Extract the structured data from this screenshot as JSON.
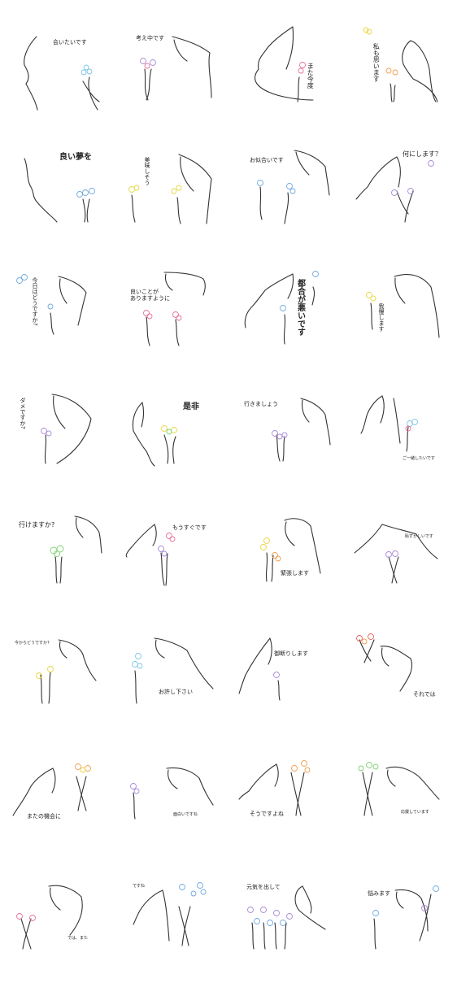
{
  "stickers": [
    {
      "caption": "会いたいです"
    },
    {
      "caption": "考え中です"
    },
    {
      "caption": "また今度"
    },
    {
      "caption": "私も思います"
    },
    {
      "caption": "良い夢を"
    },
    {
      "caption": "美味しそう"
    },
    {
      "caption": "お似合いです"
    },
    {
      "caption": "何にします？"
    },
    {
      "caption": "今日はどうですか?"
    },
    {
      "caption": "良いことが\nありますように"
    },
    {
      "caption": "都合が悪いです"
    },
    {
      "caption": "我慢します"
    },
    {
      "caption": "ダメですか?"
    },
    {
      "caption": "是非"
    },
    {
      "caption": "行きましょう"
    },
    {
      "caption": "ご一緒したいです"
    },
    {
      "caption": "行けますか?"
    },
    {
      "caption": "もうすぐです"
    },
    {
      "caption": "緊張します"
    },
    {
      "caption": "恥ずかしいです"
    },
    {
      "caption": "今からどうですか?"
    },
    {
      "caption": "お許し下さい"
    },
    {
      "caption": "御断りします"
    },
    {
      "caption": "それでは"
    },
    {
      "caption": "またの機会に"
    },
    {
      "caption": "面白いですね"
    },
    {
      "caption": "そうですよね"
    },
    {
      "caption": "応援しています"
    },
    {
      "caption": "では、また"
    },
    {
      "caption": "ですね"
    },
    {
      "caption": "元気を出して"
    },
    {
      "caption": "悩みます"
    }
  ],
  "colors": {
    "line": "#333333",
    "flower_yellow": "#e8d640",
    "flower_pink": "#e8709a",
    "flower_blue": "#6fa8e0",
    "flower_purple": "#a98ad8",
    "flower_green": "#7ed36f",
    "flower_orange": "#f0a050",
    "flower_cyan": "#7cc6e6",
    "flower_red": "#e66060"
  }
}
